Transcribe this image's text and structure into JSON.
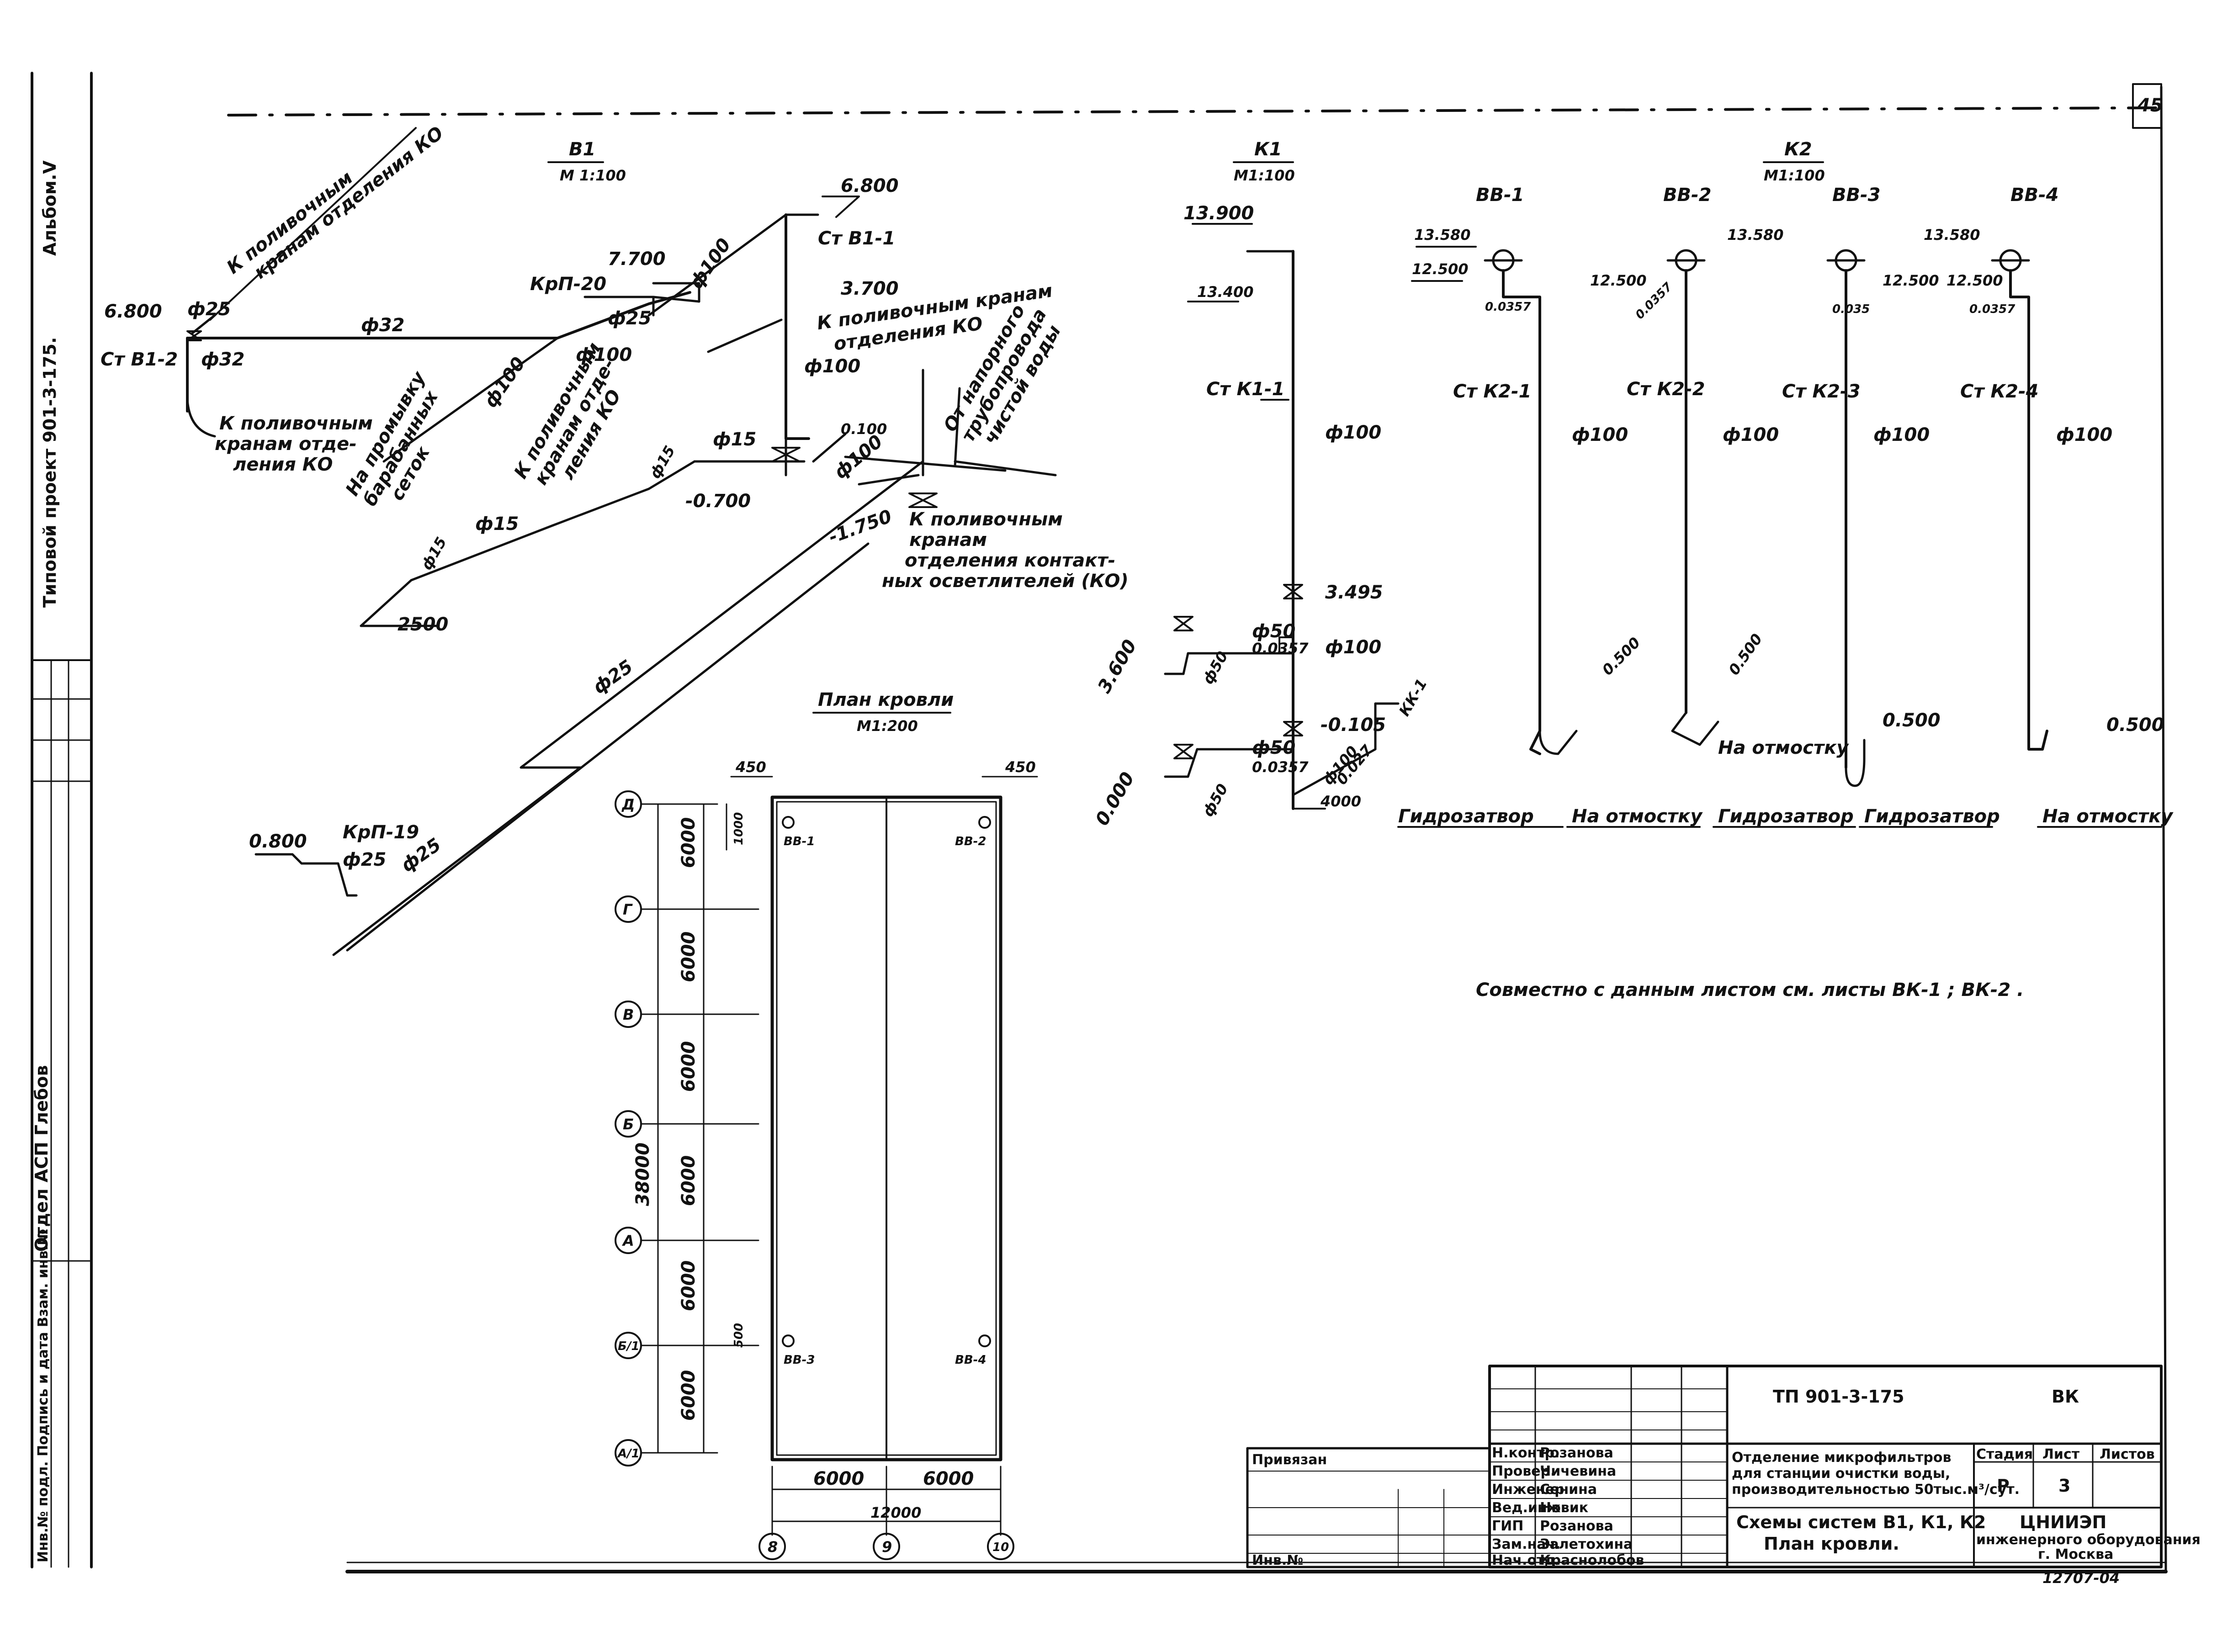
{
  "sheet": {
    "sheet_number": "45",
    "side_album": "Альбом.V",
    "side_project": "Типовой проект 901-3-175.",
    "side_dept": "Отдел АСП Глебов",
    "side_signature": "Инв.№ подл. Подпись и дата Взам. инв.№"
  },
  "b1": {
    "title": "В1",
    "scale": "М 1:100",
    "labels": {
      "st_b1_1": "Ст В1-1",
      "st_b1_2": "Ст В1-2",
      "krp_20": "КрП-20",
      "krp_19": "КрП-19",
      "el_6800": "6.800",
      "el_6800b": "6.800",
      "el_7700": "7.700",
      "el_3700": "3.700",
      "el_0100": "0.100",
      "el_m0700": "-0.700",
      "el_m1750": "-1.750",
      "el_0800": "0.800",
      "d25a": "ф25",
      "d25b": "ф25",
      "d25c": "ф25",
      "d25d": "ф25",
      "d25e": "ф25",
      "d32a": "ф32",
      "d32b": "ф32",
      "d100a": "ф100",
      "d100b": "ф100",
      "d100c": "ф100",
      "d100d": "ф100",
      "d100e": "ф100",
      "d15a": "ф15",
      "d15b": "ф15",
      "d15c": "ф15",
      "d15d": "ф15",
      "dim_2500": "2500",
      "to_watering_ko_top1": "К поливочным",
      "to_watering_ko_top2": "кранам отделения КО",
      "to_watering_ko_left1": "К поливочным",
      "to_watering_ko_left2": "кранам отде-",
      "to_watering_ko_left3": "ления КО",
      "to_drum_screens1": "На промывку",
      "to_drum_screens2": "барабанных",
      "to_drum_screens3": "сеток",
      "to_watering_mid1": "К поливочным",
      "to_watering_mid2": "кранам отде-",
      "to_watering_mid3": "ления КО",
      "to_watering_right1": "К поливочным кранам",
      "to_watering_right2": "отделения КО",
      "from_pressure1": "От напорного",
      "from_pressure2": "трубопровода",
      "from_pressure3": "чистой воды",
      "contact_1": "К поливочным",
      "contact_2": "кранам",
      "contact_3": "отделения контакт-",
      "contact_4": "ных осветлителей (КО)"
    }
  },
  "k1": {
    "title": "К1",
    "scale": "М1:100",
    "labels": {
      "el_13900": "13.900",
      "el_13400": "13.400",
      "st_k1_1": "Ст К1-1",
      "d100a": "ф100",
      "d100b": "ф100",
      "el_3495": "3.495",
      "el_3600": "3.600",
      "d50a": "ф50",
      "d50b": "ф50",
      "d50c": "ф50",
      "d50d": "ф50",
      "slope_a": "0.0357",
      "slope_b": "0.0357",
      "el_m0105": "-0.105",
      "d100c": "ф100",
      "slope_c": "0.027",
      "dim_4000": "4000",
      "el_0000": "0.000",
      "kk_1": "КК-1"
    }
  },
  "k2": {
    "title": "К2",
    "scale": "М1:100",
    "funnels": [
      "ВВ-1",
      "ВВ-2",
      "ВВ-3",
      "ВВ-4"
    ],
    "labels": {
      "el_13580a": "13.580",
      "el_13580b": "13.580",
      "el_13580c": "13.580",
      "el_12500a": "12.500",
      "el_12500b": "12.500",
      "el_12500c": "12.500",
      "el_12500d": "12.500",
      "slope_1": "0.0357",
      "slope_2": "0.0357",
      "slope_3": "0.035",
      "slope_4": "0.0357",
      "st_k2_1": "Ст К2-1",
      "st_k2_2": "Ст К2-2",
      "st_k2_3": "Ст К2-3",
      "st_k2_4": "Ст К2-4",
      "d100_1": "ф100",
      "d100_2": "ф100",
      "d100_3": "ф100",
      "d100_4": "ф100",
      "el_0500a": "0.500",
      "el_0500b": "0.500",
      "el_0500c": "0.500",
      "el_0500d": "0.500",
      "hydro_1": "Гидрозатвор",
      "hydro_2": "Гидрозатвор",
      "hydro_3": "Гидрозатвор",
      "apron_1": "На отмостку",
      "apron_2": "На отмостку",
      "apron_3": "На отмостку"
    }
  },
  "note": "Совместно с данным листом см. листы ВК-1 ; ВК-2 .",
  "roof_plan": {
    "title": "План кровли",
    "scale": "М1:200",
    "axes_rows": [
      "Д",
      "Г",
      "В",
      "Б",
      "А",
      "Б/1",
      "А/1"
    ],
    "axes_cols": [
      "8",
      "9",
      "10"
    ],
    "row_dims": [
      "6000",
      "6000",
      "6000",
      "6000",
      "6000",
      "6000"
    ],
    "total_dim": "38000",
    "col_dims": [
      "6000",
      "6000"
    ],
    "total_width": "12000",
    "edge_dims": [
      "450",
      "450",
      "1000",
      "500"
    ],
    "funnels": [
      "ВВ-1",
      "ВВ-2",
      "ВВ-3",
      "ВВ-4"
    ]
  },
  "title_block": {
    "code": "ТП 901-3-175",
    "mark": "ВК",
    "attached": "Привязан",
    "inv": "Инв.№",
    "object_1": "Отделение микрофильтров",
    "object_2": "для станции очистки воды,",
    "object_3": "производительностью 50тыс.м³/сут.",
    "sheet_1": "Схемы систем В1, К1, К2",
    "sheet_2": "План кровли.",
    "stage_h": "Стадия",
    "sheet_h": "Лист",
    "sheets_h": "Листов",
    "stage": "Р",
    "sheet": "3",
    "org_1": "ЦНИИЭП",
    "org_2": "инженерного оборудования",
    "org_3": "г. Москва",
    "roles": [
      "Н.контр.",
      "Провер.",
      "Инженер",
      "Вед.инж.",
      "ГИП",
      "Зам.нач.",
      "Нач.отд."
    ],
    "names": [
      "Розанова",
      "Чичевина",
      "Сенина",
      "Новик",
      "Розанова",
      "Залетохина",
      "Краснолобов"
    ],
    "archive": "12707-04"
  }
}
